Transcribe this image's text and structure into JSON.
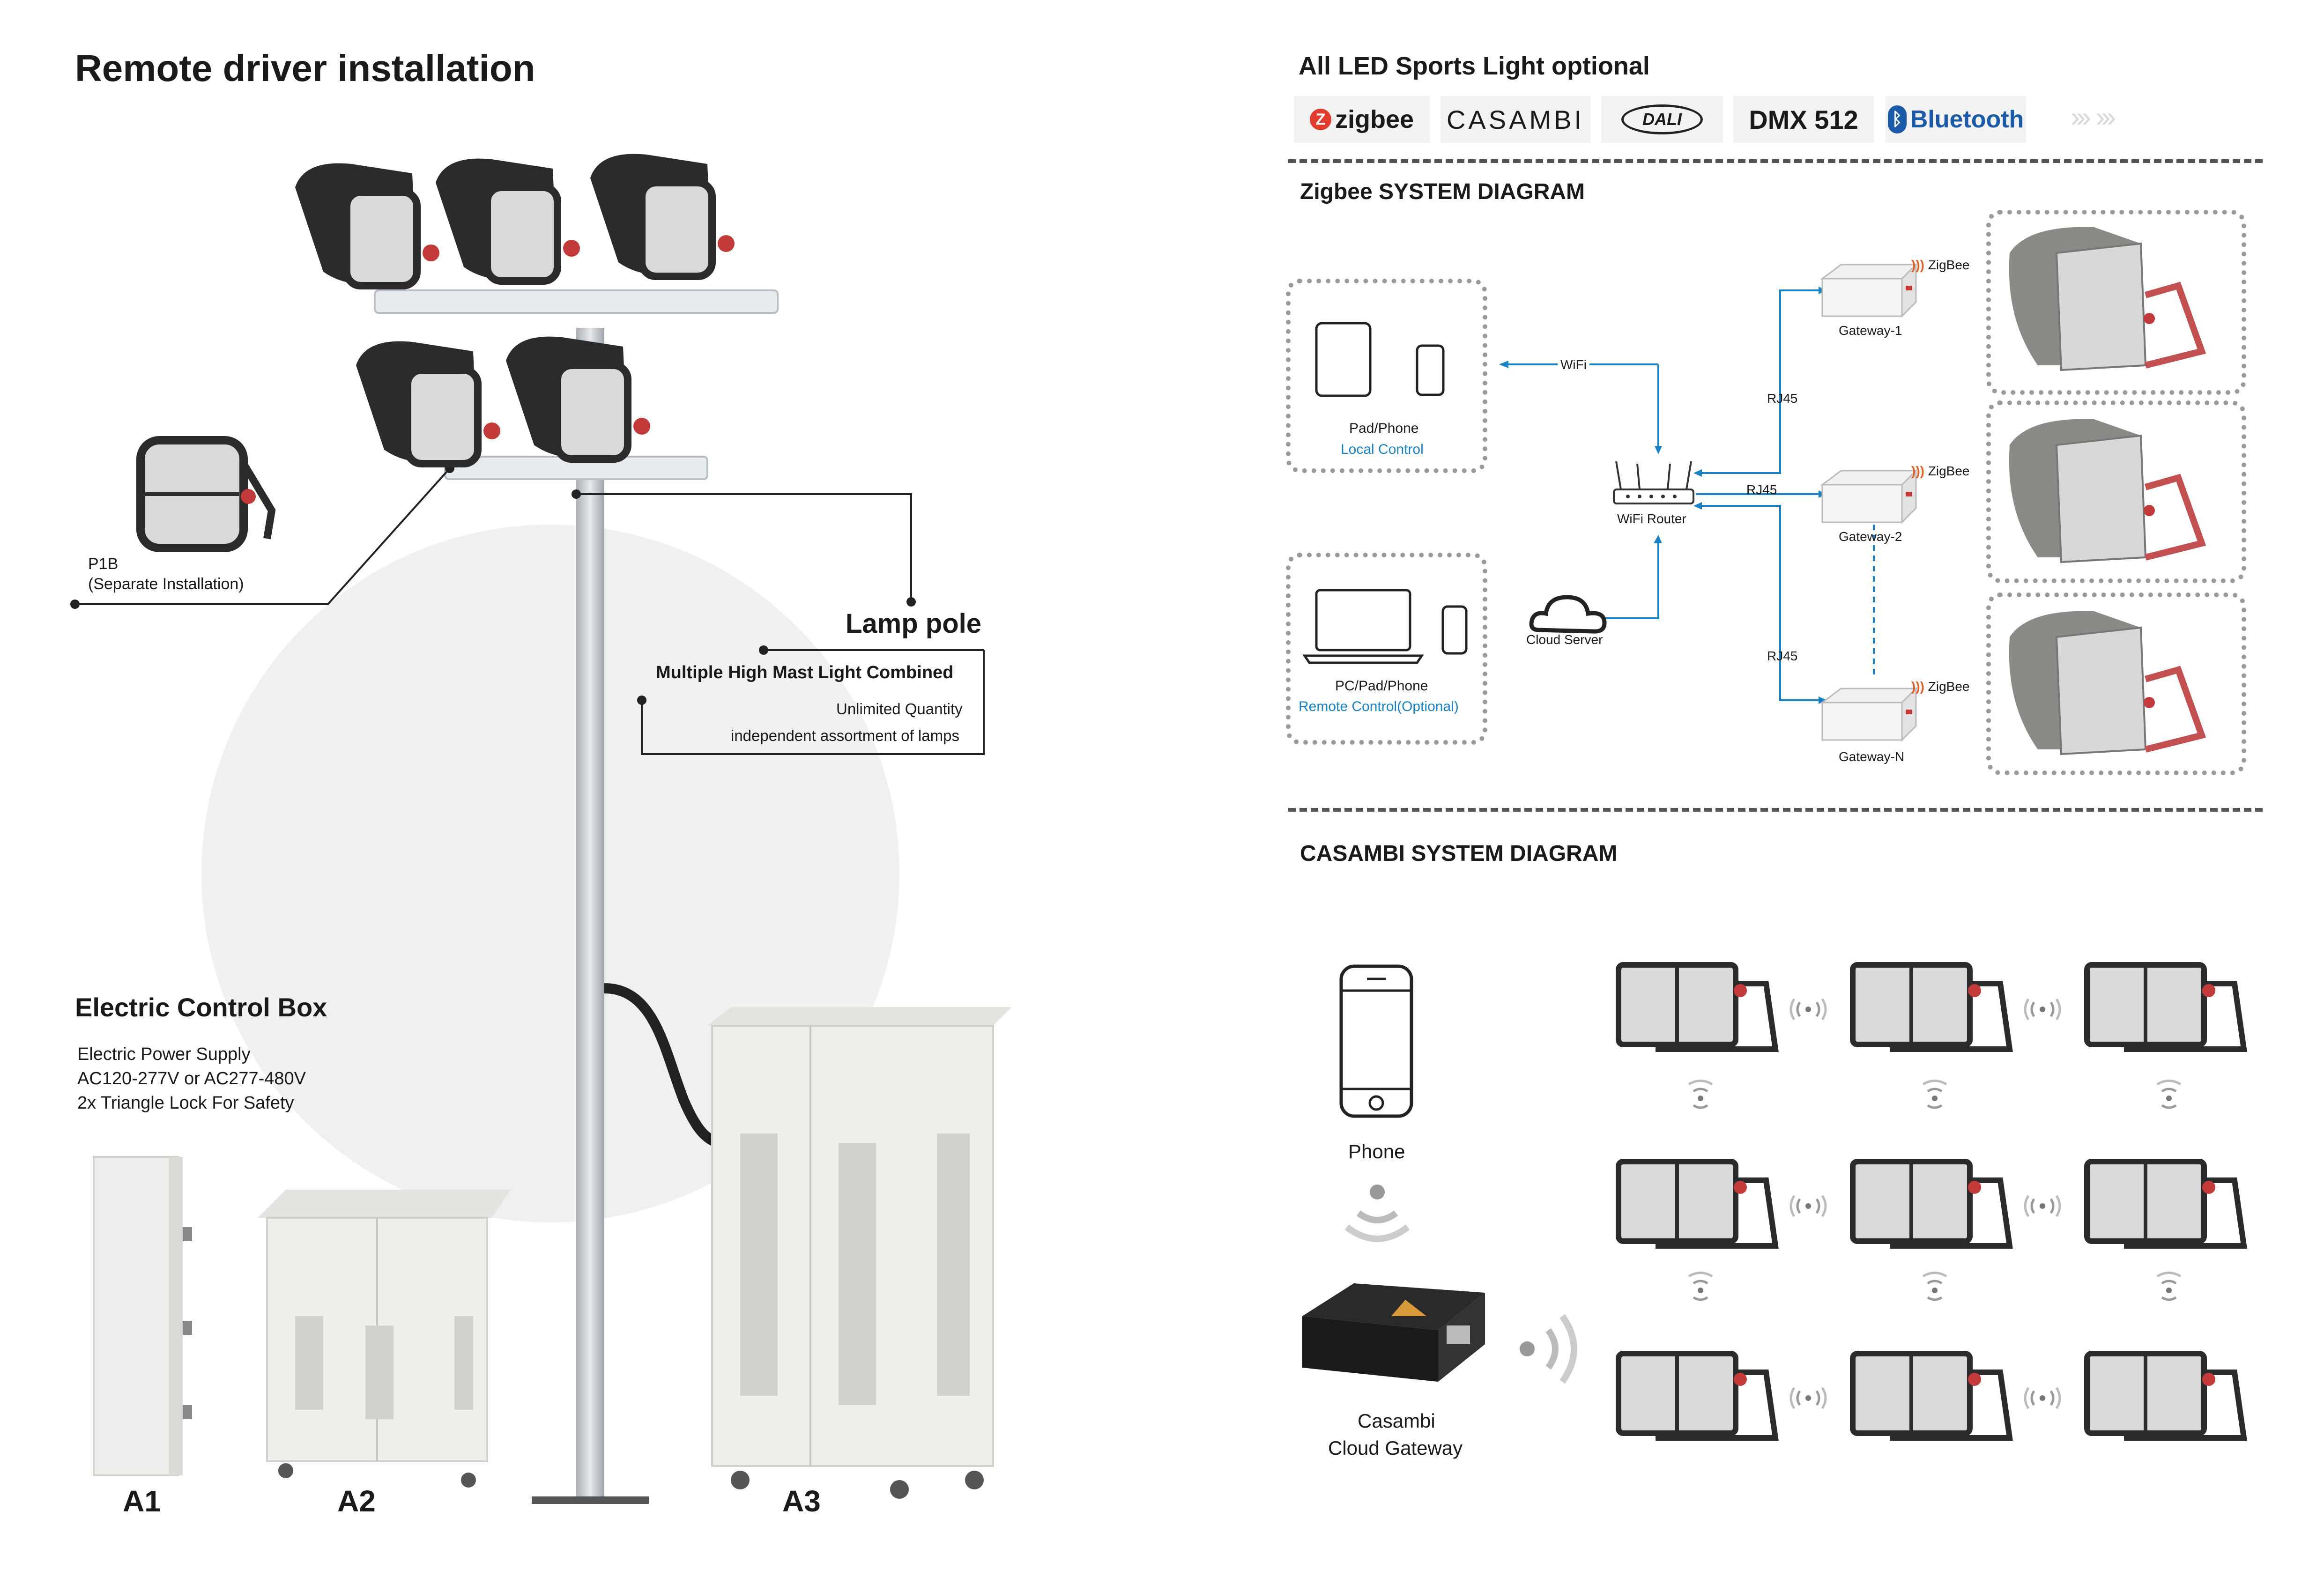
{
  "left": {
    "title": "Remote driver  installation",
    "p1b_label_line1": "P1B",
    "p1b_label_line2": "(Separate Installation)",
    "lamp_pole": {
      "title": "Lamp pole",
      "subtitle": "Multiple High Mast Light Combined",
      "line1": "Unlimited Quantity",
      "line2": "independent assortment of lamps"
    },
    "control_box": {
      "title": "Electric Control Box",
      "line1": "Electric Power Supply",
      "line2": "AC120-277V or AC277-480V",
      "line3": "2x Triangle Lock For Safety"
    },
    "box_labels": [
      "A1",
      "A2",
      "A3"
    ]
  },
  "right": {
    "protocols_title": "All LED Sports Light optional",
    "protocols": [
      "zigbee",
      "CASAMBI",
      "DALI",
      "DMX 512",
      "Bluetooth"
    ],
    "zigbee_title": "Zigbee SYSTEM DIAGRAM",
    "zigbee": {
      "local_device_label": "Pad/Phone",
      "local_control_label": "Local Control",
      "remote_device_label": "PC/Pad/Phone",
      "remote_control_label": "Remote Control(Optional)",
      "wifi_label": "WiFi",
      "router_label": "WiFi Router",
      "cloud_label": "Cloud Server",
      "rj45_label": "RJ45",
      "zigbee_label": "ZigBee",
      "gateways": [
        "Gateway-1",
        "Gateway-2",
        "Gateway-N"
      ]
    },
    "casambi_title": "CASAMBI SYSTEM DIAGRAM",
    "casambi": {
      "phone_label": "Phone",
      "gateway_label_line1": "Casambi",
      "gateway_label_line2": "Cloud Gateway"
    }
  },
  "colors": {
    "accent_blue": "#1a82c4",
    "dashed_gray": "#9a9a9a",
    "fixture_dark": "#2b2b2b",
    "fixture_red": "#c23a3a"
  }
}
